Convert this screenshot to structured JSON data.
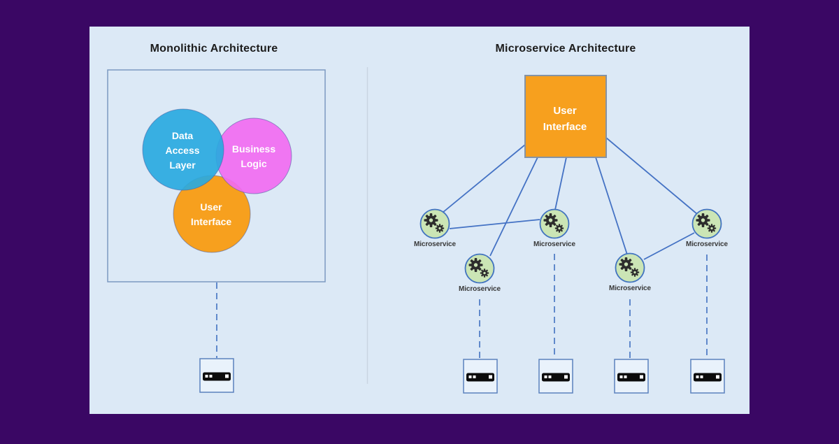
{
  "colors": {
    "outer_background": "#3a0764",
    "panel_background": "#dce9f6",
    "data_access_blue": "#29a9e0",
    "business_logic_pink": "#f16bf1",
    "user_interface_orange": "#f7a01e",
    "microservice_green": "#cbe5b5",
    "connector_blue": "#4472c4"
  },
  "left": {
    "title": "Monolithic Architecture",
    "venn": {
      "data_access": {
        "line1": "Data",
        "line2": "Access",
        "line3": "Layer"
      },
      "business_logic": {
        "line1": "Business",
        "line2": "Logic"
      },
      "user_interface": {
        "line1": "User",
        "line2": "Interface"
      }
    }
  },
  "right": {
    "title": "Microservice Architecture",
    "ui_box": {
      "line1": "User",
      "line2": "Interface"
    },
    "nodes": [
      {
        "label": "Microservice"
      },
      {
        "label": "Microservice"
      },
      {
        "label": "Microservice"
      },
      {
        "label": "Microservice"
      },
      {
        "label": "Microservice"
      }
    ]
  },
  "icons": {
    "gears": "gears-icon",
    "server": "server-icon"
  }
}
